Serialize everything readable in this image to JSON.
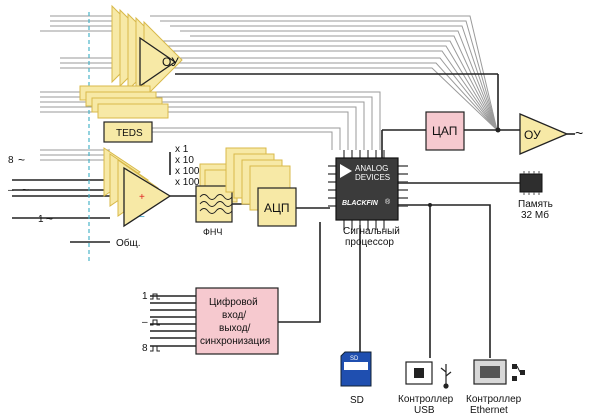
{
  "blocks": {
    "amp_top": "ОУ",
    "teds": "TEDS",
    "gain_1": "x 1",
    "gain_10": "x 10",
    "gain_100": "x 100",
    "gain_1000": "x 1000",
    "lpf": "ФНЧ",
    "adc": "АЦП",
    "dac": "ЦАП",
    "amp_out": "ОУ",
    "dsp_caption_1": "Сигнальный",
    "dsp_caption_2": "процессор",
    "memory_1": "Память",
    "memory_2": "32 Мб",
    "digital_1": "Цифровой",
    "digital_2": "вход/",
    "digital_3": "выход/",
    "digital_4": "синхронизация",
    "sd": "SD",
    "usb_1": "Контроллер",
    "usb_2": "USB",
    "eth_1": "Контроллер",
    "eth_2": "Ethernet"
  },
  "chip": {
    "brand_1": "ANALOG",
    "brand_2": "DEVICES",
    "brand_3": "BLACKFIN",
    "reg": "®"
  },
  "sd_card_text": "SD",
  "analog_inputs": {
    "in_8": "8",
    "in_dash": "–",
    "in_1": "1",
    "common": "Общ."
  },
  "digital_inputs": {
    "in_1": "1",
    "in_dash": "–",
    "in_8": "8"
  },
  "symbols": {
    "sine": "~",
    "plus": "+",
    "minus": "−"
  },
  "colors": {
    "fill_yellow": "#f7e9a6",
    "edge_yellow": "#d8b94a",
    "dac_fill": "#f6c9cf",
    "digital_fill": "#f6c9cf",
    "divider": "#4bb3c7",
    "chip_body": "#3b3b3b"
  }
}
